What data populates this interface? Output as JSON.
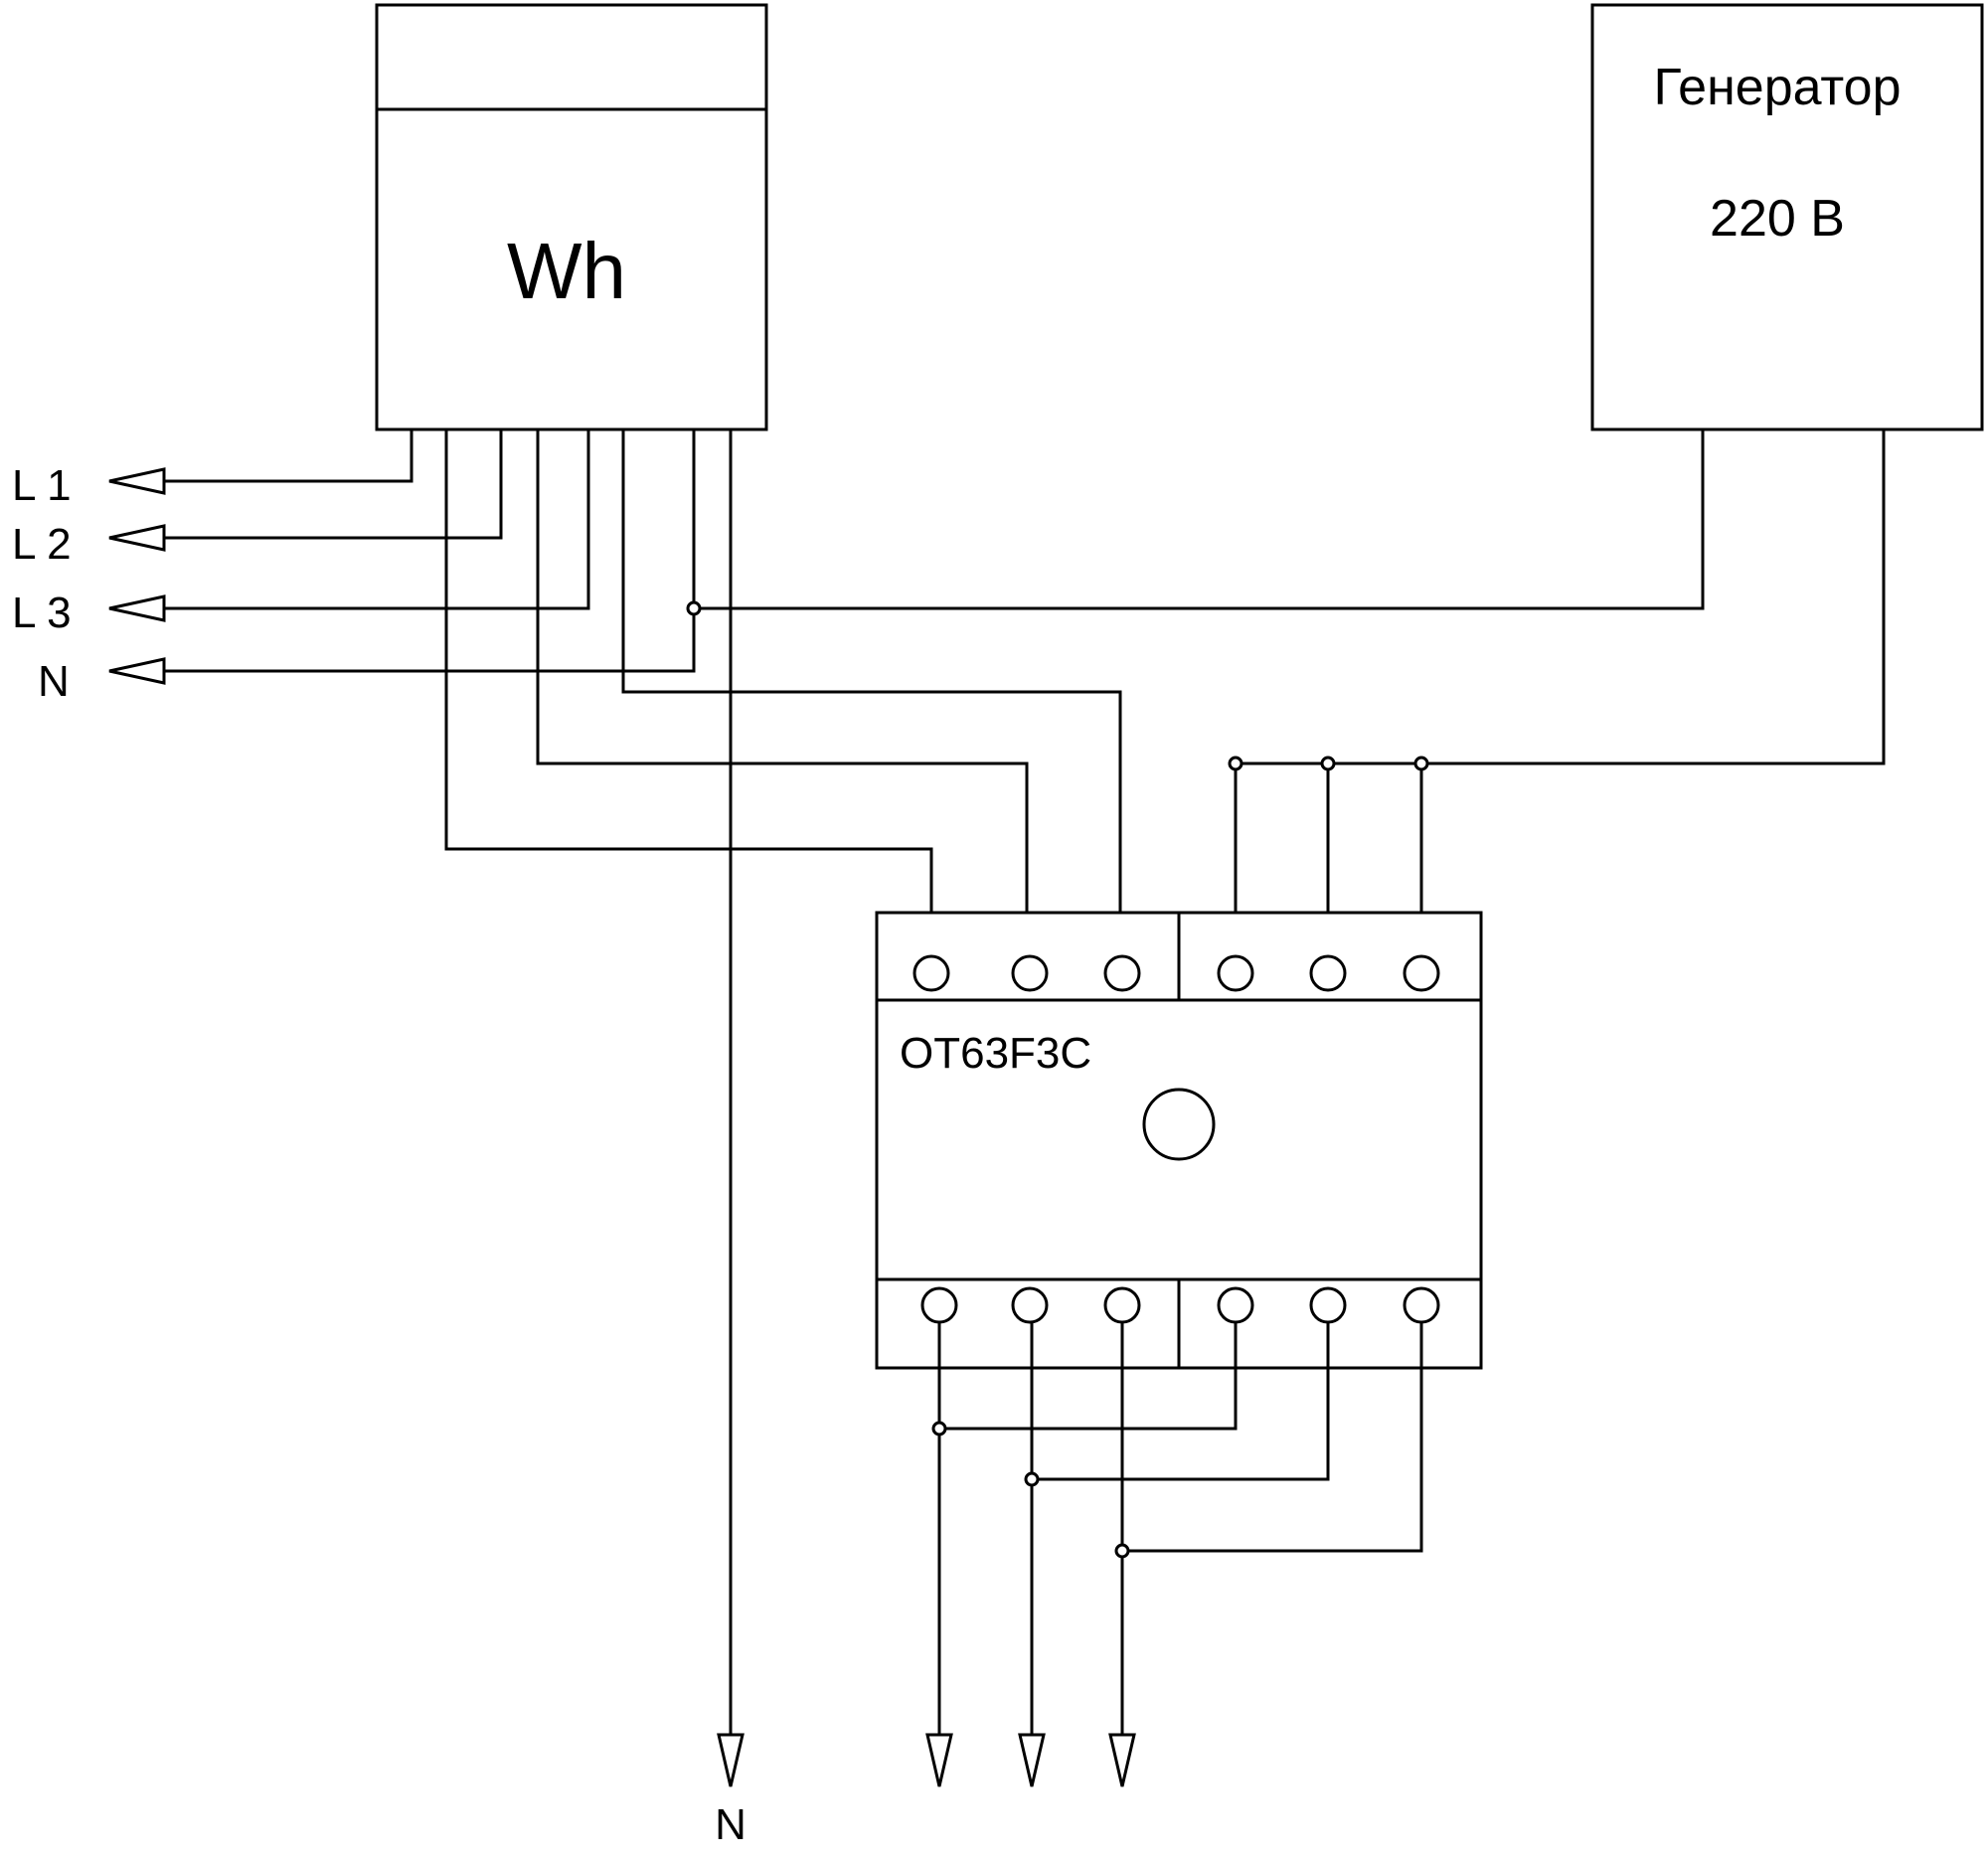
{
  "meter": {
    "label": "Wh"
  },
  "generator": {
    "title": "Генератор",
    "voltage": "220 В"
  },
  "switch": {
    "model": "OT63F3C"
  },
  "inputs": {
    "l1": "L 1",
    "l2": "L 2",
    "l3": "L 3",
    "n": "N"
  },
  "outputs": {
    "n": "N"
  }
}
